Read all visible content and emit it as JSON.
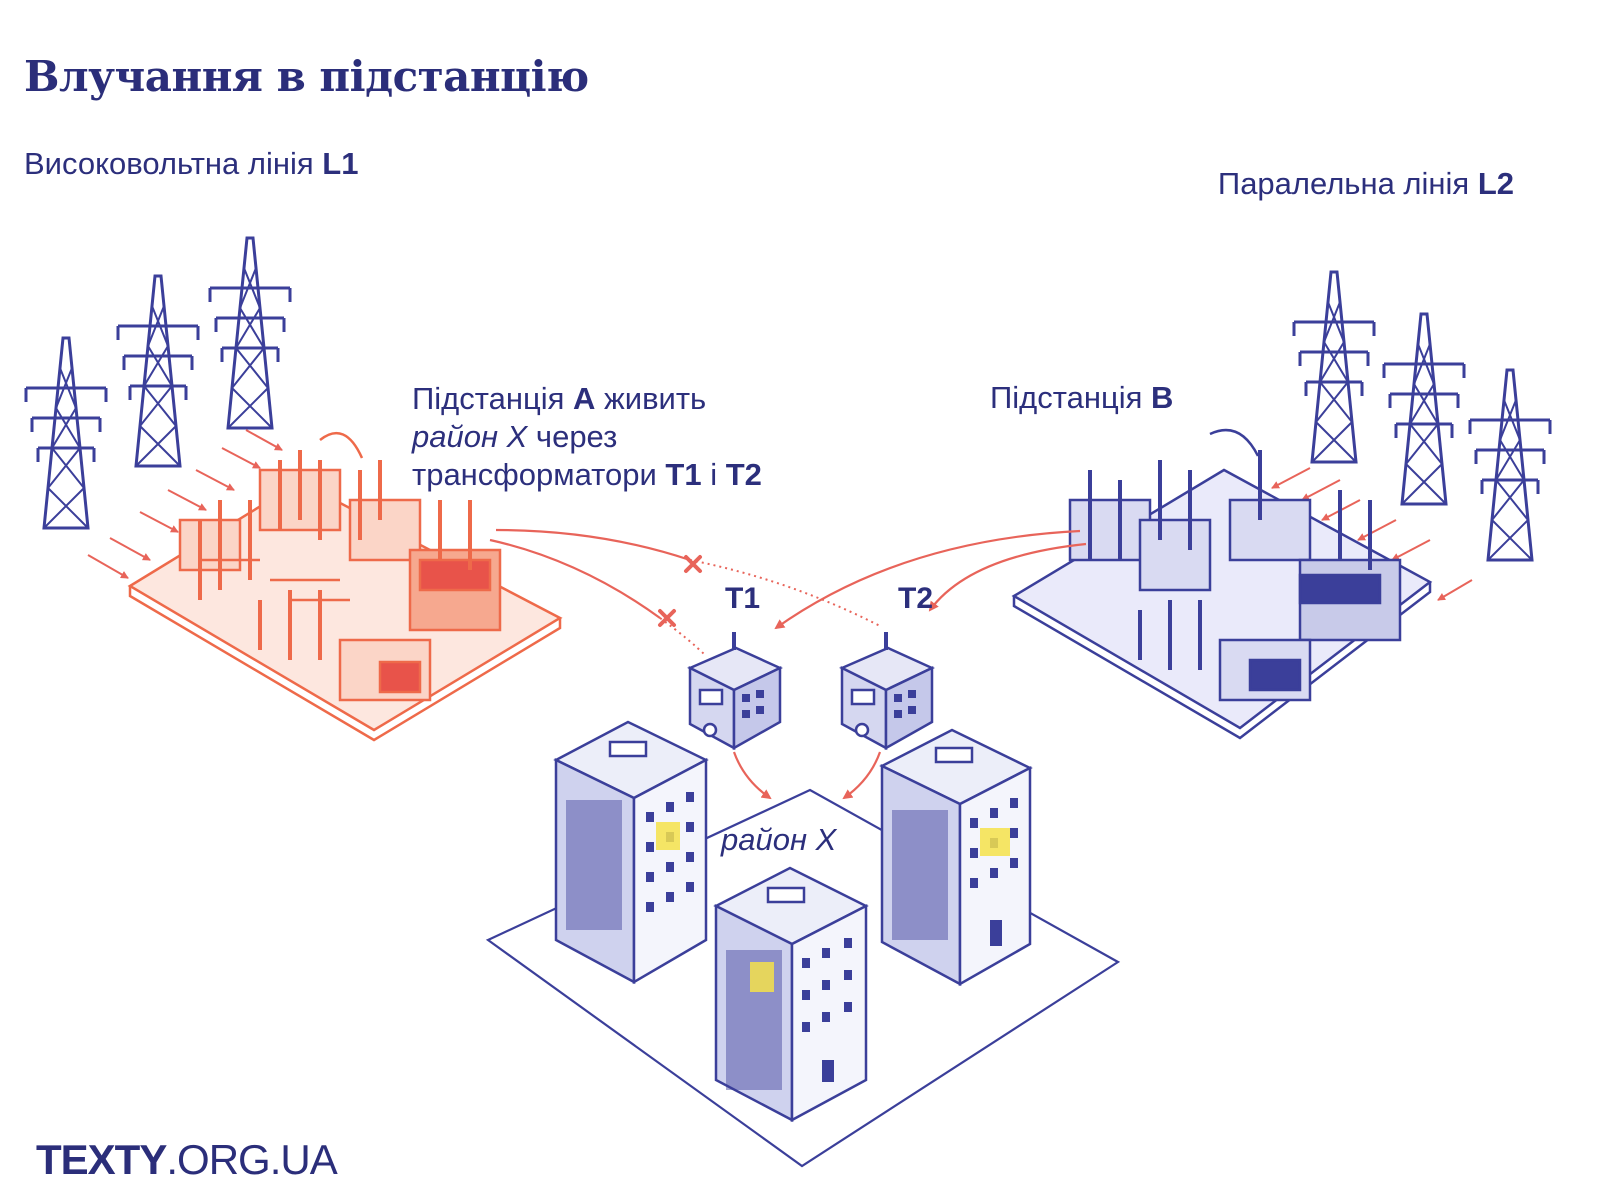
{
  "title": "Влучання в підстанцію",
  "line_l1": {
    "text": "Високовольтна лінія ",
    "id": "L1"
  },
  "line_l2": {
    "text": "Паралельна лінія ",
    "id": "L2"
  },
  "substation_a": {
    "line1_text": "Підстанція ",
    "line1_id": "A",
    "line1_rest": " живить",
    "line2_italic": "район X",
    "line2_rest": " через",
    "line3_text": "трансформатори ",
    "line3_t1": "T1",
    "line3_and": " і ",
    "line3_t2": "T2"
  },
  "substation_b": {
    "text": "Підстанція ",
    "id": "B"
  },
  "transformer_1": "T1",
  "transformer_2": "T2",
  "district": "район X",
  "brand": {
    "bold": "TEXTY",
    "rest": ".ORG.UA"
  },
  "colors": {
    "navy": "#2b2e7a",
    "blue_line": "#3b3f9a",
    "orange": "#ee6a4a",
    "red_arrow": "#e8645a"
  }
}
